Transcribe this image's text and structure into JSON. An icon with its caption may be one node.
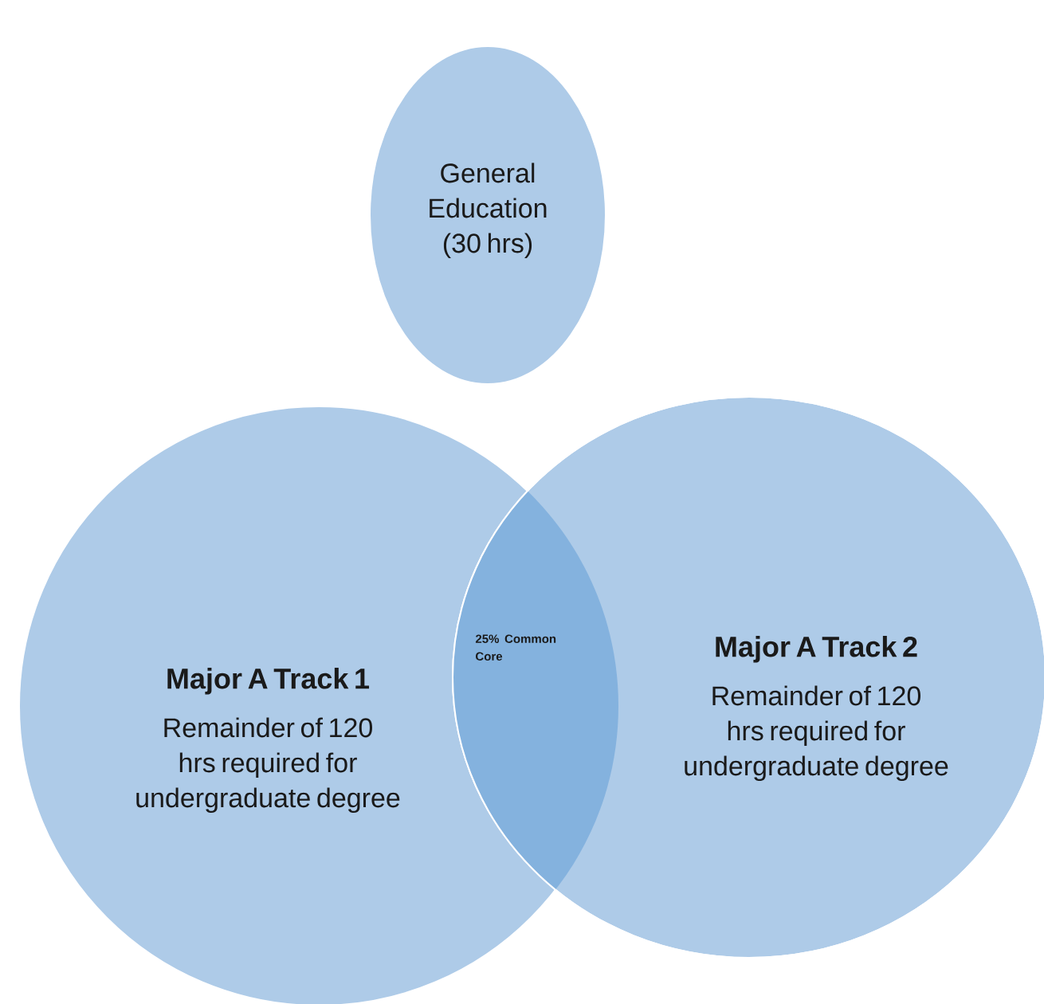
{
  "diagram": {
    "nodes": [
      {
        "text": [
          "General Education (30 hrs)"
        ]
      },
      {
        "text": [
          "Major A Track 1",
          "Remainder of 120 hrs required for undergraduate degree"
        ]
      },
      {
        "text": [
          "Major A Track 2",
          "Remainder of 120 hrs required for undergraduate degree"
        ]
      },
      {
        "text": [
          "25% Common Core"
        ]
      }
    ]
  }
}
